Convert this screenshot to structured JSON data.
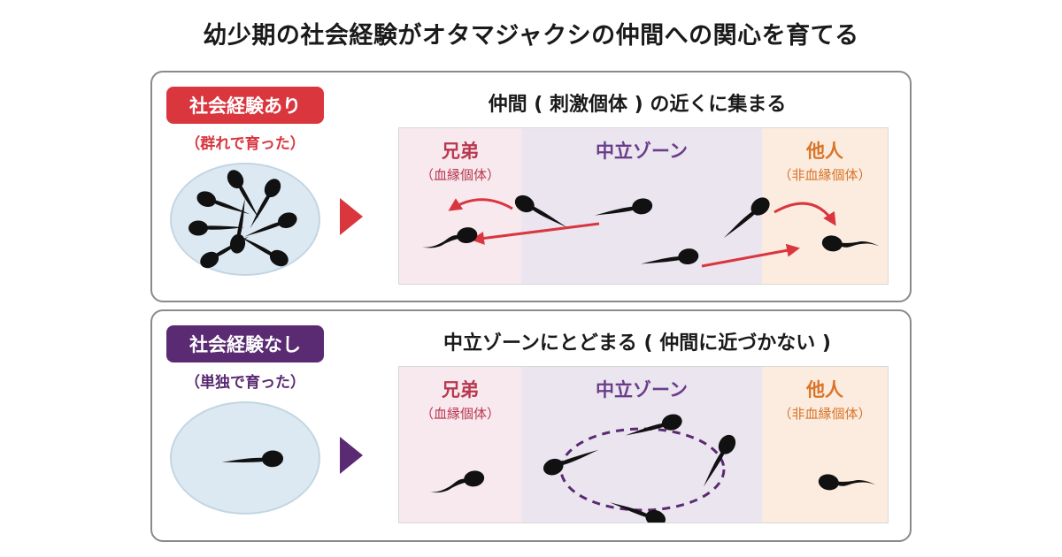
{
  "title": "幼少期の社会経験がオタマジャクシの仲間への関心を育てる",
  "colors": {
    "social_red": "#d9363e",
    "isolated_purple": "#5a2a72",
    "sibling_text": "#b8384f",
    "neutral_text": "#6a3d8a",
    "stranger_text": "#d9742a",
    "arrow_red": "#d9363e",
    "dashed_purple": "#5a2a72"
  },
  "panels": [
    {
      "badge": "社会経験あり",
      "subtitle": "（群れで育った）",
      "heading": "仲間 ( 刺激個体 ) の近くに集まる",
      "zones": {
        "sibling": {
          "label": "兄弟",
          "sub": "（血縁個体）"
        },
        "neutral": {
          "label": "中立ゾーン"
        },
        "stranger": {
          "label": "他人",
          "sub": "（非血縁個体）"
        }
      }
    },
    {
      "badge": "社会経験なし",
      "subtitle": "（単独で育った）",
      "heading": "中立ゾーンにとどまる ( 仲間に近づかない )",
      "zones": {
        "sibling": {
          "label": "兄弟",
          "sub": "（血縁個体）"
        },
        "neutral": {
          "label": "中立ゾーン"
        },
        "stranger": {
          "label": "他人",
          "sub": "（非血縁個体）"
        }
      }
    }
  ],
  "icons": [
    "tadpole-icon",
    "arrow-icon",
    "triangle-pointer-icon",
    "dashed-loop-icon"
  ]
}
